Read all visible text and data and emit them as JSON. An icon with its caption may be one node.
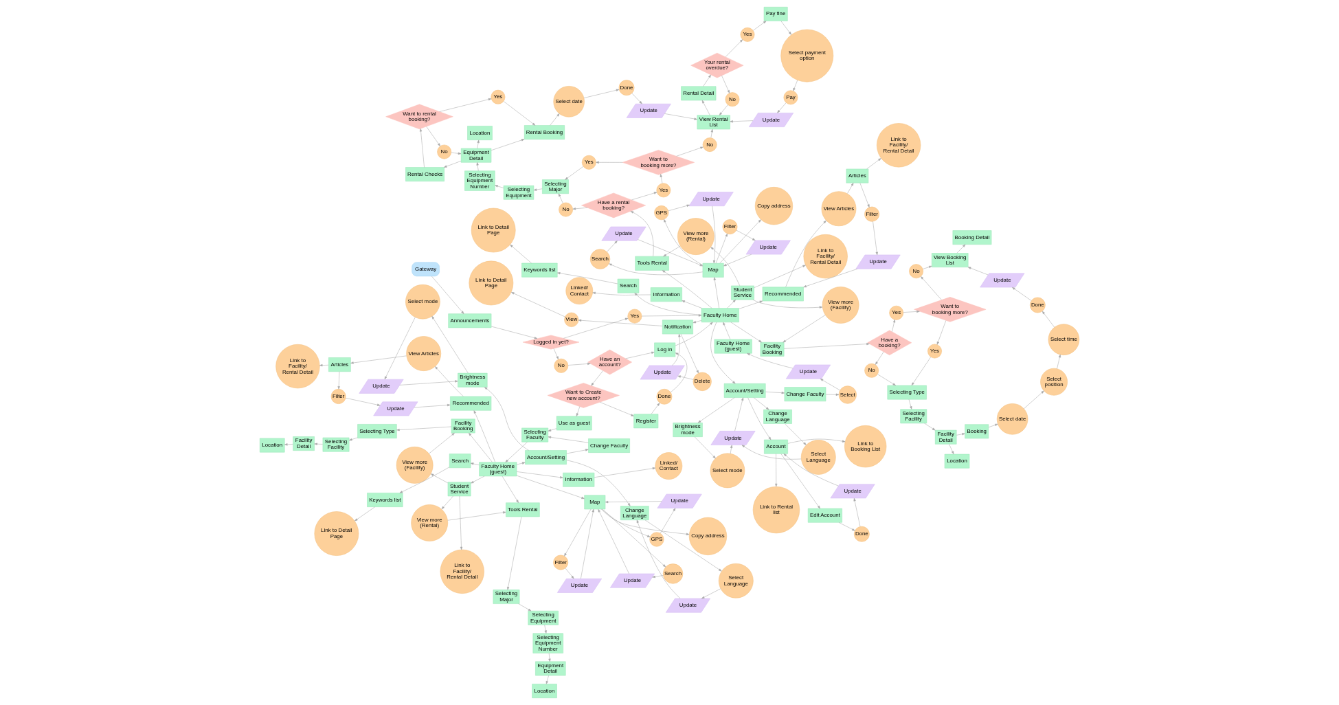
{
  "diagram": {
    "nodes": [
      {
        "text": [
          "Edit Account"
        ]
      },
      {
        "text": [
          "Done"
        ]
      },
      {
        "text": [
          "Link to Booking List"
        ]
      },
      {
        "text": [
          "Link to Rental list"
        ]
      },
      {
        "text": [
          "Select Language"
        ]
      },
      {
        "text": [
          "Select mode"
        ]
      },
      {
        "text": [
          "Update"
        ]
      },
      {
        "text": [
          "Gateway"
        ]
      },
      {
        "text": [
          "Account"
        ]
      },
      {
        "text": [
          "Change Language"
        ]
      },
      {
        "text": [
          "Change Faculty"
        ]
      },
      {
        "text": [
          "Brightness mode"
        ]
      },
      {
        "text": [
          "Update"
        ]
      },
      {
        "text": [
          "Select"
        ]
      },
      {
        "text": [
          "Announcements"
        ]
      },
      {
        "text": [
          "Account/Setting"
        ]
      },
      {
        "text": [
          "Update"
        ]
      },
      {
        "text": [
          "Logged in yet?"
        ]
      },
      {
        "text": [
          "Faculty Home (guest)"
        ]
      },
      {
        "text": [
          "Search"
        ]
      },
      {
        "text": [
          "Keywords list"
        ]
      },
      {
        "text": [
          "Link to Detail Page"
        ]
      },
      {
        "text": [
          "Have an account?"
        ]
      },
      {
        "text": [
          "No"
        ]
      },
      {
        "text": [
          "Yes"
        ]
      },
      {
        "text": [
          "Update"
        ]
      },
      {
        "text": [
          "Delete"
        ]
      },
      {
        "text": [
          "Use as guest"
        ]
      },
      {
        "text": [
          "Want to Create new account?"
        ]
      },
      {
        "text": [
          "Log in"
        ]
      },
      {
        "text": [
          "Faculty Home"
        ]
      },
      {
        "text": [
          "Notification"
        ]
      },
      {
        "text": [
          "View"
        ]
      },
      {
        "text": [
          "Link to Detail Page"
        ]
      },
      {
        "text": [
          "Information"
        ]
      },
      {
        "text": [
          "Student Service"
        ]
      },
      {
        "text": [
          "Recommended"
        ]
      },
      {
        "text": [
          "Map"
        ]
      },
      {
        "text": [
          "Update"
        ]
      },
      {
        "text": [
          "Update"
        ]
      },
      {
        "text": [
          "Facility Booking"
        ]
      },
      {
        "text": [
          "View more (Facility)"
        ]
      },
      {
        "text": [
          "View more (Rental)"
        ]
      },
      {
        "text": [
          "Tools Rental"
        ]
      },
      {
        "text": [
          "View Articles"
        ]
      },
      {
        "text": [
          "Search"
        ]
      },
      {
        "text": [
          "Link to Facility/ Rental Detail"
        ]
      },
      {
        "text": [
          "Filter"
        ]
      },
      {
        "text": [
          "Copy address"
        ]
      },
      {
        "text": [
          "Update"
        ]
      },
      {
        "text": [
          "Filter"
        ]
      },
      {
        "text": [
          "Articles"
        ]
      },
      {
        "text": [
          "Update"
        ]
      },
      {
        "text": [
          "GPS"
        ]
      },
      {
        "text": [
          "Have a booking?"
        ]
      },
      {
        "text": [
          "Yes"
        ]
      },
      {
        "text": [
          "Want to booking more?"
        ]
      },
      {
        "text": [
          "Have a rental booking?"
        ]
      },
      {
        "text": [
          "Yes"
        ]
      },
      {
        "text": [
          "Want to booking more?"
        ]
      },
      {
        "text": [
          "Linked/ Contact"
        ]
      },
      {
        "text": [
          "Link to Facility/ Rental Detail"
        ]
      },
      {
        "text": [
          "No"
        ]
      },
      {
        "text": [
          "No"
        ]
      },
      {
        "text": [
          "Selecting Type"
        ]
      },
      {
        "text": [
          "Yes"
        ]
      },
      {
        "text": [
          "Selecting Major"
        ]
      },
      {
        "text": [
          "Yes"
        ]
      },
      {
        "text": [
          "No"
        ]
      },
      {
        "text": [
          "No"
        ]
      },
      {
        "text": [
          "Selecting Facility"
        ]
      },
      {
        "text": [
          "View Booking List"
        ]
      },
      {
        "text": [
          "Selecting Equipment"
        ]
      },
      {
        "text": [
          "View Rental List"
        ]
      },
      {
        "text": [
          "No"
        ]
      },
      {
        "text": [
          "Facility Detail"
        ]
      },
      {
        "text": [
          "Booking Detail"
        ]
      },
      {
        "text": [
          "Selecting Equipment Number"
        ]
      },
      {
        "text": [
          "Rental Detail"
        ]
      },
      {
        "text": [
          "Your rental overdue?"
        ]
      },
      {
        "text": [
          "Yes"
        ]
      },
      {
        "text": [
          "Update"
        ]
      },
      {
        "text": [
          "Location"
        ]
      },
      {
        "text": [
          "Booking"
        ]
      },
      {
        "text": [
          "Equipment Detail"
        ]
      },
      {
        "text": [
          "Pay fine"
        ]
      },
      {
        "text": [
          "Select payment option"
        ]
      },
      {
        "text": [
          "Pay"
        ]
      },
      {
        "text": [
          "Update"
        ]
      },
      {
        "text": [
          "Rental Checks"
        ]
      },
      {
        "text": [
          "Select date"
        ]
      },
      {
        "text": [
          "Select position"
        ]
      },
      {
        "text": [
          "Want to rental booking?"
        ]
      },
      {
        "text": [
          "Select time"
        ]
      },
      {
        "text": [
          "Location"
        ]
      },
      {
        "text": [
          "Rental Booking"
        ]
      },
      {
        "text": [
          "Yes"
        ]
      },
      {
        "text": [
          "No"
        ]
      },
      {
        "text": [
          "Done"
        ]
      },
      {
        "text": [
          "Select date"
        ]
      },
      {
        "text": [
          "Update"
        ]
      },
      {
        "text": [
          "Done"
        ]
      },
      {
        "text": [
          "Selecting Faculty"
        ]
      },
      {
        "text": [
          "Faculty Home (guest)"
        ]
      },
      {
        "text": [
          "Register"
        ]
      },
      {
        "text": [
          "Done"
        ]
      },
      {
        "text": [
          "Information"
        ]
      },
      {
        "text": [
          "Student Service"
        ]
      },
      {
        "text": [
          "Recommended"
        ]
      },
      {
        "text": [
          "Update"
        ]
      },
      {
        "text": [
          "Map"
        ]
      },
      {
        "text": [
          "Account/Setting"
        ]
      },
      {
        "text": [
          "Search"
        ]
      },
      {
        "text": [
          "Keywords list"
        ]
      },
      {
        "text": [
          "Link to Detail Page"
        ]
      },
      {
        "text": [
          "Facility Booking"
        ]
      },
      {
        "text": [
          "View more (Facility)"
        ]
      },
      {
        "text": [
          "View more (Rental)"
        ]
      },
      {
        "text": [
          "Tools Rental"
        ]
      },
      {
        "text": [
          "View Articles"
        ]
      },
      {
        "text": [
          "Update"
        ]
      },
      {
        "text": [
          "Link to Facility/ Rental Detail"
        ]
      },
      {
        "text": [
          "Filter"
        ]
      },
      {
        "text": [
          "Search"
        ]
      },
      {
        "text": [
          "Copy address"
        ]
      },
      {
        "text": [
          "Update"
        ]
      },
      {
        "text": [
          "Filter"
        ]
      },
      {
        "text": [
          "Change Language"
        ]
      },
      {
        "text": [
          "Change Faculty"
        ]
      },
      {
        "text": [
          "Brightness mode"
        ]
      },
      {
        "text": [
          "Articles"
        ]
      },
      {
        "text": [
          "Update"
        ]
      },
      {
        "text": [
          "GPS"
        ]
      },
      {
        "text": [
          "Update"
        ]
      },
      {
        "text": [
          "Update"
        ]
      },
      {
        "text": [
          "Selecting Type"
        ]
      },
      {
        "text": [
          "Selecting Major"
        ]
      },
      {
        "text": [
          "Linked/ Contact"
        ]
      },
      {
        "text": [
          "Link to Facility/ Rental Detail"
        ]
      },
      {
        "text": [
          "Select mode"
        ]
      },
      {
        "text": [
          "Selecting Facility"
        ]
      },
      {
        "text": [
          "Selecting Equipment"
        ]
      },
      {
        "text": [
          "Select Language"
        ]
      },
      {
        "text": [
          "Facility Detail"
        ]
      },
      {
        "text": [
          "Selecting Equipment Number"
        ]
      },
      {
        "text": [
          "Location"
        ]
      },
      {
        "text": [
          "Equipment Detail"
        ]
      },
      {
        "text": [
          "Location"
        ]
      }
    ],
    "edges": [
      {
        "from": 7,
        "to": 14,
        "arrow": "to"
      },
      {
        "from": 14,
        "to": 17,
        "arrow": "to"
      },
      {
        "from": 17,
        "to": 23,
        "arrow": "to"
      },
      {
        "from": 17,
        "to": 24,
        "arrow": "to"
      },
      {
        "from": 23,
        "to": 22,
        "arrow": "to"
      },
      {
        "from": 24,
        "to": 30,
        "arrow": "to"
      },
      {
        "from": 10,
        "to": 13,
        "arrow": "to"
      },
      {
        "from": 13,
        "to": 16,
        "arrow": "to"
      },
      {
        "from": 16,
        "to": 18,
        "arrow": "to"
      },
      {
        "from": 18,
        "to": 30,
        "arrow": "to"
      },
      {
        "from": 22,
        "to": 29,
        "arrow": "to"
      },
      {
        "from": 22,
        "to": 28,
        "arrow": "to"
      },
      {
        "from": 28,
        "to": 27,
        "arrow": "to"
      },
      {
        "from": 28,
        "to": 104,
        "arrow": "to"
      },
      {
        "from": 104,
        "to": 105,
        "arrow": "to"
      },
      {
        "from": 105,
        "to": 29,
        "arrow": "to"
      },
      {
        "from": 29,
        "to": 30,
        "arrow": "to"
      },
      {
        "from": 27,
        "to": 102,
        "arrow": "to"
      },
      {
        "from": 102,
        "to": 103,
        "arrow": "to"
      },
      {
        "from": 103,
        "to": 106,
        "arrow": "to"
      },
      {
        "from": 103,
        "to": 115,
        "arrow": "to"
      },
      {
        "from": 103,
        "to": 107,
        "arrow": "to"
      },
      {
        "from": 103,
        "to": 118,
        "arrow": "to"
      },
      {
        "from": 103,
        "to": 108,
        "arrow": "to"
      },
      {
        "from": 103,
        "to": 110,
        "arrow": "to"
      },
      {
        "from": 103,
        "to": 111,
        "arrow": "to"
      },
      {
        "from": 103,
        "to": 112,
        "arrow": "to"
      },
      {
        "from": 111,
        "to": 127,
        "arrow": "to"
      },
      {
        "from": 111,
        "to": 128,
        "arrow": "to"
      },
      {
        "from": 111,
        "to": 129,
        "arrow": "to"
      },
      {
        "from": 127,
        "to": 142,
        "arrow": "to"
      },
      {
        "from": 142,
        "to": 133,
        "arrow": "to"
      },
      {
        "from": 133,
        "to": 127,
        "arrow": "to"
      },
      {
        "from": 128,
        "to": 102,
        "arrow": "to"
      },
      {
        "from": 129,
        "to": 139,
        "arrow": "to"
      },
      {
        "from": 139,
        "to": 134,
        "arrow": "to"
      },
      {
        "from": 134,
        "to": 129,
        "arrow": "to"
      },
      {
        "from": 112,
        "to": 113,
        "arrow": "to"
      },
      {
        "from": 113,
        "to": 114,
        "arrow": "to"
      },
      {
        "from": 106,
        "to": 137,
        "arrow": "to"
      },
      {
        "from": 115,
        "to": 135,
        "arrow": "to"
      },
      {
        "from": 135,
        "to": 140,
        "arrow": "to"
      },
      {
        "from": 140,
        "to": 143,
        "arrow": "to"
      },
      {
        "from": 143,
        "to": 145,
        "arrow": "to"
      },
      {
        "from": 107,
        "to": 121,
        "arrow": "to"
      },
      {
        "from": 107,
        "to": 116,
        "arrow": "to"
      },
      {
        "from": 107,
        "to": 117,
        "arrow": "to"
      },
      {
        "from": 116,
        "to": 115,
        "arrow": "to"
      },
      {
        "from": 117,
        "to": 118,
        "arrow": "to"
      },
      {
        "from": 118,
        "to": 136,
        "arrow": "to"
      },
      {
        "from": 136,
        "to": 141,
        "arrow": "to"
      },
      {
        "from": 141,
        "to": 144,
        "arrow": "to"
      },
      {
        "from": 144,
        "to": 146,
        "arrow": "to"
      },
      {
        "from": 146,
        "to": 147,
        "arrow": "to"
      },
      {
        "from": 108,
        "to": 119,
        "arrow": "to"
      },
      {
        "from": 119,
        "to": 130,
        "arrow": "to"
      },
      {
        "from": 130,
        "to": 138,
        "arrow": "to"
      },
      {
        "from": 130,
        "to": 122,
        "arrow": "to"
      },
      {
        "from": 122,
        "to": 109,
        "arrow": "to"
      },
      {
        "from": 109,
        "to": 108,
        "arrow": "to"
      },
      {
        "from": 110,
        "to": 123,
        "arrow": "to"
      },
      {
        "from": 110,
        "to": 126,
        "arrow": "to"
      },
      {
        "from": 110,
        "to": 132,
        "arrow": "to"
      },
      {
        "from": 110,
        "to": 124,
        "arrow": "to"
      },
      {
        "from": 123,
        "to": 120,
        "arrow": "to"
      },
      {
        "from": 120,
        "to": 110,
        "arrow": "to"
      },
      {
        "from": 126,
        "to": 125,
        "arrow": "to"
      },
      {
        "from": 125,
        "to": 110,
        "arrow": "to"
      },
      {
        "from": 132,
        "to": 131,
        "arrow": "to"
      },
      {
        "from": 131,
        "to": 110,
        "arrow": "to"
      },
      {
        "from": 30,
        "to": 31,
        "arrow": "to"
      },
      {
        "from": 30,
        "to": 19,
        "arrow": "to"
      },
      {
        "from": 30,
        "to": 15,
        "arrow": "to"
      },
      {
        "from": 19,
        "to": 20,
        "arrow": "to"
      },
      {
        "from": 20,
        "to": 21,
        "arrow": "to"
      },
      {
        "from": 31,
        "to": 26,
        "arrow": "to"
      },
      {
        "from": 26,
        "to": 25,
        "arrow": "to"
      },
      {
        "from": 25,
        "to": 31,
        "arrow": "to"
      },
      {
        "from": 31,
        "to": 32,
        "arrow": "to"
      },
      {
        "from": 32,
        "to": 33,
        "arrow": "to"
      },
      {
        "from": 15,
        "to": 8,
        "arrow": "to"
      },
      {
        "from": 15,
        "to": 9,
        "arrow": "to"
      },
      {
        "from": 15,
        "to": 10,
        "arrow": "to"
      },
      {
        "from": 15,
        "to": 11,
        "arrow": "to"
      },
      {
        "from": 8,
        "to": 0,
        "arrow": "to"
      },
      {
        "from": 0,
        "to": 1,
        "arrow": "to"
      },
      {
        "from": 1,
        "to": 6,
        "arrow": "to"
      },
      {
        "from": 6,
        "to": 8,
        "arrow": "to"
      },
      {
        "from": 8,
        "to": 2,
        "arrow": "to"
      },
      {
        "from": 8,
        "to": 3,
        "arrow": "to"
      },
      {
        "from": 9,
        "to": 4,
        "arrow": "to"
      },
      {
        "from": 4,
        "to": 12,
        "arrow": "to"
      },
      {
        "from": 11,
        "to": 5,
        "arrow": "to"
      },
      {
        "from": 5,
        "to": 12,
        "arrow": "to"
      },
      {
        "from": 12,
        "to": 15,
        "arrow": "to"
      },
      {
        "from": 30,
        "to": 34,
        "arrow": "to"
      },
      {
        "from": 30,
        "to": 40,
        "arrow": "to"
      },
      {
        "from": 30,
        "to": 35,
        "arrow": "to"
      },
      {
        "from": 30,
        "to": 43,
        "arrow": "to"
      },
      {
        "from": 30,
        "to": 36,
        "arrow": "to"
      },
      {
        "from": 30,
        "to": 37,
        "arrow": "to"
      },
      {
        "from": 34,
        "to": 60,
        "arrow": "to"
      },
      {
        "from": 35,
        "to": 46,
        "arrow": "to"
      },
      {
        "from": 35,
        "to": 41,
        "arrow": "to"
      },
      {
        "from": 35,
        "to": 42,
        "arrow": "to"
      },
      {
        "from": 41,
        "to": 40,
        "arrow": "to"
      },
      {
        "from": 42,
        "to": 43,
        "arrow": "to"
      },
      {
        "from": 40,
        "to": 54,
        "arrow": "to"
      },
      {
        "from": 54,
        "to": 55,
        "arrow": "to"
      },
      {
        "from": 55,
        "to": 56,
        "arrow": "to"
      },
      {
        "from": 54,
        "to": 62,
        "arrow": "to"
      },
      {
        "from": 62,
        "to": 64,
        "arrow": "to"
      },
      {
        "from": 56,
        "to": 65,
        "arrow": "to"
      },
      {
        "from": 65,
        "to": 64,
        "arrow": "to"
      },
      {
        "from": 56,
        "to": 68,
        "arrow": "to"
      },
      {
        "from": 68,
        "to": 71,
        "arrow": "to"
      },
      {
        "from": 64,
        "to": 70,
        "arrow": "to"
      },
      {
        "from": 70,
        "to": 75,
        "arrow": "to"
      },
      {
        "from": 75,
        "to": 82,
        "arrow": "to"
      },
      {
        "from": 75,
        "to": 83,
        "arrow": "to"
      },
      {
        "from": 83,
        "to": 90,
        "arrow": "to"
      },
      {
        "from": 90,
        "to": 91,
        "arrow": "to"
      },
      {
        "from": 91,
        "to": 93,
        "arrow": "to"
      },
      {
        "from": 93,
        "to": 98,
        "arrow": "to"
      },
      {
        "from": 98,
        "to": 88,
        "arrow": "to"
      },
      {
        "from": 88,
        "to": 71,
        "arrow": "to"
      },
      {
        "from": 71,
        "to": 76,
        "arrow": "to"
      },
      {
        "from": 43,
        "to": 57,
        "arrow": "to"
      },
      {
        "from": 57,
        "to": 58,
        "arrow": "to"
      },
      {
        "from": 58,
        "to": 59,
        "arrow": "to"
      },
      {
        "from": 57,
        "to": 63,
        "arrow": "to"
      },
      {
        "from": 63,
        "to": 66,
        "arrow": "to"
      },
      {
        "from": 59,
        "to": 67,
        "arrow": "to"
      },
      {
        "from": 67,
        "to": 66,
        "arrow": "to"
      },
      {
        "from": 59,
        "to": 69,
        "arrow": "to"
      },
      {
        "from": 69,
        "to": 73,
        "arrow": "to"
      },
      {
        "from": 66,
        "to": 72,
        "arrow": "to"
      },
      {
        "from": 72,
        "to": 77,
        "arrow": "to"
      },
      {
        "from": 77,
        "to": 84,
        "arrow": "to"
      },
      {
        "from": 84,
        "to": 89,
        "arrow": "to"
      },
      {
        "from": 84,
        "to": 95,
        "arrow": "to"
      },
      {
        "from": 84,
        "to": 94,
        "arrow": "to"
      },
      {
        "from": 97,
        "to": 84,
        "arrow": "to"
      },
      {
        "from": 89,
        "to": 92,
        "arrow": "to"
      },
      {
        "from": 92,
        "to": 96,
        "arrow": "to"
      },
      {
        "from": 92,
        "to": 97,
        "arrow": "to"
      },
      {
        "from": 96,
        "to": 95,
        "arrow": "to"
      },
      {
        "from": 95,
        "to": 99,
        "arrow": "to"
      },
      {
        "from": 99,
        "to": 101,
        "arrow": "to"
      },
      {
        "from": 101,
        "to": 100,
        "arrow": "to"
      },
      {
        "from": 100,
        "to": 73,
        "arrow": "to"
      },
      {
        "from": 73,
        "to": 78,
        "arrow": "to"
      },
      {
        "from": 78,
        "to": 79,
        "arrow": "to"
      },
      {
        "from": 79,
        "to": 74,
        "arrow": "to"
      },
      {
        "from": 79,
        "to": 80,
        "arrow": "to"
      },
      {
        "from": 74,
        "to": 73,
        "arrow": "to"
      },
      {
        "from": 80,
        "to": 85,
        "arrow": "to"
      },
      {
        "from": 85,
        "to": 86,
        "arrow": "to"
      },
      {
        "from": 86,
        "to": 87,
        "arrow": "to"
      },
      {
        "from": 87,
        "to": 81,
        "arrow": "to"
      },
      {
        "from": 81,
        "to": 73,
        "arrow": "to"
      },
      {
        "from": 36,
        "to": 44,
        "arrow": "to"
      },
      {
        "from": 44,
        "to": 51,
        "arrow": "to"
      },
      {
        "from": 51,
        "to": 61,
        "arrow": "to"
      },
      {
        "from": 51,
        "to": 47,
        "arrow": "to"
      },
      {
        "from": 47,
        "to": 38,
        "arrow": "to"
      },
      {
        "from": 38,
        "to": 36,
        "arrow": "to"
      },
      {
        "from": 37,
        "to": 45,
        "arrow": "to"
      },
      {
        "from": 37,
        "to": 50,
        "arrow": "to"
      },
      {
        "from": 37,
        "to": 53,
        "arrow": "to"
      },
      {
        "from": 37,
        "to": 48,
        "arrow": "to"
      },
      {
        "from": 45,
        "to": 39,
        "arrow": "to"
      },
      {
        "from": 39,
        "to": 37,
        "arrow": "to"
      },
      {
        "from": 50,
        "to": 49,
        "arrow": "to"
      },
      {
        "from": 49,
        "to": 37,
        "arrow": "to"
      },
      {
        "from": 53,
        "to": 52,
        "arrow": "to"
      },
      {
        "from": 52,
        "to": 37,
        "arrow": "to"
      }
    ]
  }
}
